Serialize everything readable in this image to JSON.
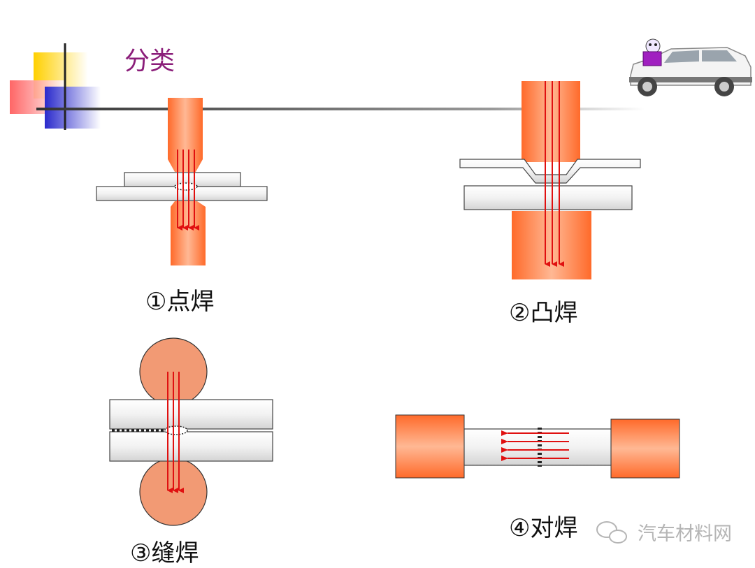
{
  "slide": {
    "title": "分类",
    "watermark": "汽车材料网"
  },
  "diagrams": {
    "spot": {
      "label": "①点焊"
    },
    "projection": {
      "label": "②凸焊"
    },
    "seam": {
      "label": "③缝焊"
    },
    "butt": {
      "label": "④对焊"
    }
  },
  "icons": [
    "decorative-squares-icon",
    "reader-character-icon",
    "suv-car-icon",
    "wechat-icon"
  ],
  "colors": {
    "title": "#8b1e7a",
    "electrode_edge": "#ff6a2a",
    "electrode_center": "#ffb48e",
    "wheel": "#f29a74",
    "current_arrow": "#e01010",
    "plate": "#efefef"
  }
}
